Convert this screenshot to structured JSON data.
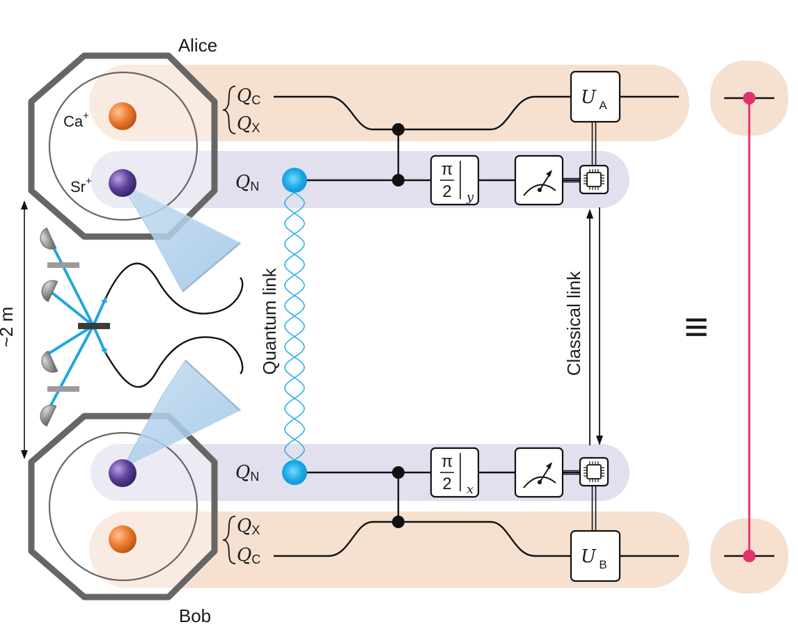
{
  "nodes": {
    "alice": "Alice",
    "bob": "Bob"
  },
  "ions": {
    "ca_label": "Ca",
    "ca_charge": "+",
    "sr_label": "Sr",
    "sr_charge": "+"
  },
  "qubits": {
    "symbol": "Q",
    "communication": "C",
    "auxiliary": "X",
    "network": "N"
  },
  "gates": {
    "pi": "π",
    "two": "2",
    "alice_axis": "y",
    "bob_axis": "x",
    "unitary": "U",
    "alice_unitary_sub": "A",
    "bob_unitary_sub": "B"
  },
  "links": {
    "quantum": "Quantum link",
    "classical": "Classical link",
    "distance": "~2 m"
  },
  "equivalence_symbol": "≡",
  "colors": {
    "calcium_ion": "#ee7a2b",
    "strontium_ion": "#5b3f98",
    "photon": "#19a9e6",
    "band_orange": "#f6e1d1",
    "band_purple": "#e2e0ef",
    "gate_line": "#e0336e",
    "trap": "#666666"
  },
  "icons": [
    "octagon-trap-icon",
    "ion-sphere-icon",
    "detector-icon",
    "beam-splitter-icon",
    "measurement-meter-icon",
    "processor-chip-icon",
    "entangled-photon-link-icon"
  ]
}
